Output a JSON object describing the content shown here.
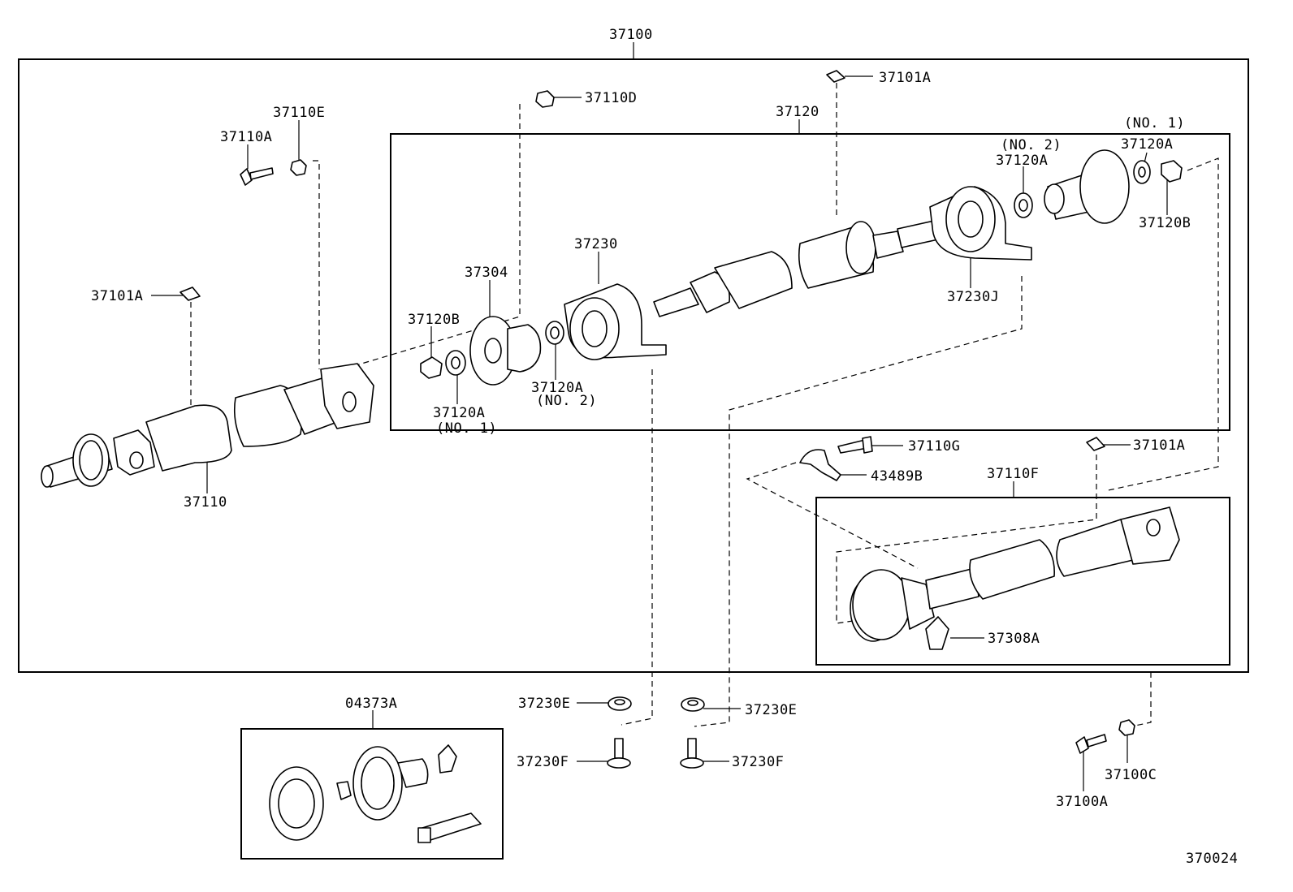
{
  "diagram_id": "370024",
  "colors": {
    "ink": "#000000",
    "paper": "#ffffff"
  },
  "labels": {
    "p37100": "37100",
    "p37101A_a": "37101A",
    "p37110D": "37110D",
    "p37120": "37120",
    "p37110E": "37110E",
    "p37110A": "37110A",
    "p37120A_no2_top_note": "(NO. 2)",
    "p37120A_no2_top": "37120A",
    "p37120A_no1_top_note": "(NO. 1)",
    "p37120A_no1_top": "37120A",
    "p37120B_right": "37120B",
    "p37230": "37230",
    "p37304": "37304",
    "p37101A_b": "37101A",
    "p37120B_left": "37120B",
    "p37230J": "37230J",
    "p37120A_no2_bot": "37120A",
    "p37120A_no2_bot_note": "(NO. 2)",
    "p37120A_no1_bot": "37120A",
    "p37120A_no1_bot_note": "(NO. 1)",
    "p37110": "37110",
    "p37110G": "37110G",
    "p37101A_c": "37101A",
    "p43489B": "43489B",
    "p37110F": "37110F",
    "p37308A": "37308A",
    "p04373A": "04373A",
    "p37230E_l": "37230E",
    "p37230E_r": "37230E",
    "p37230F_l": "37230F",
    "p37230F_r": "37230F",
    "p37100C": "37100C",
    "p37100A": "37100A"
  }
}
